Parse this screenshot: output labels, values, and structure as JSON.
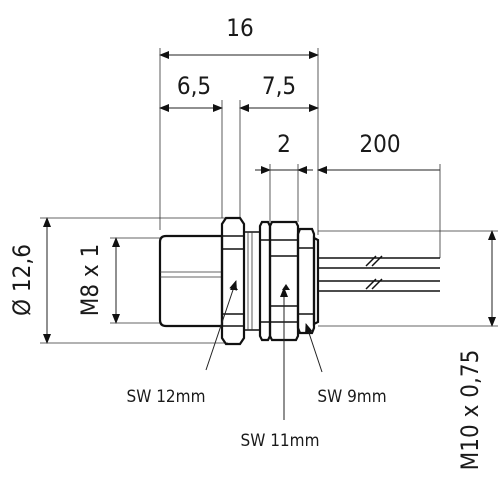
{
  "dimensions": {
    "total_length": "16",
    "front_length": "6,5",
    "rear_length": "7,5",
    "nut_width": "2",
    "cable_length": "200",
    "outer_diameter": "Ø 12,6",
    "front_thread": "M8 x 1",
    "mount_thread": "M10 x 0,75"
  },
  "callouts": {
    "sw_front": "SW 12mm",
    "sw_middle": "SW 11mm",
    "sw_rear": "SW 9mm"
  }
}
